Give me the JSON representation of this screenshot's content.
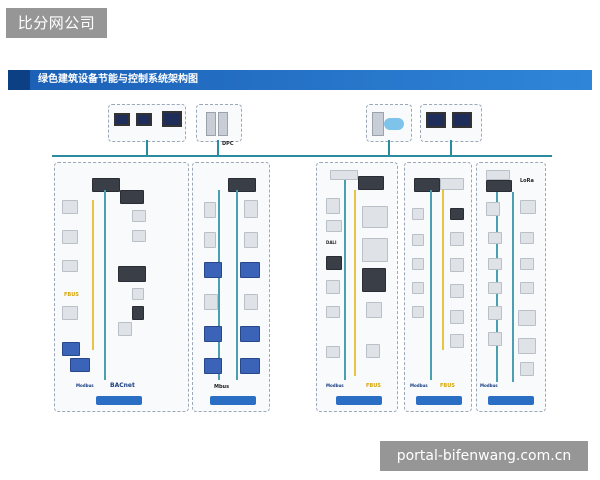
{
  "watermark": {
    "top_label": "比分网公司",
    "bottom_label": "portal-bifenwang.com.cn"
  },
  "diagram": {
    "title": "绿色建筑设备节能与控制系统架构图",
    "bus_logos": {
      "bacnet": "BACnet",
      "modbus": "Modbus",
      "mbus": "Mbus",
      "fbus": "FBUS",
      "lora": "LoRa",
      "dali": "DALI",
      "dpc": "DPC"
    },
    "colors": {
      "title_bar": "#1b5fb5",
      "bus": "#2c8c9f",
      "label": "#2a6fc4",
      "accent_yellow": "#e6c545"
    }
  }
}
